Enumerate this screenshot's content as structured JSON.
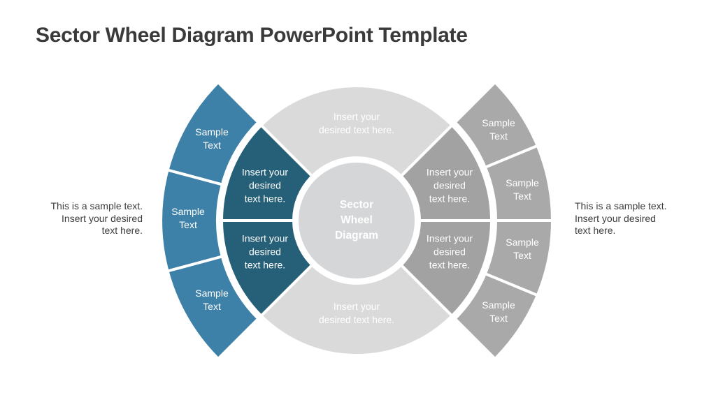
{
  "slide": {
    "title": "Sector Wheel Diagram PowerPoint Template"
  },
  "colors": {
    "blue": "#3d80a8",
    "dark_blue": "#256078",
    "gray_outer": "#a9a9a9",
    "gray_inner": "#a2a2a2",
    "light_gray": "#dadada",
    "center_circle": "#d4d6d8",
    "divider": "#ffffff"
  },
  "wheel": {
    "center": {
      "lines": [
        "Sector",
        "Wheel",
        "Diagram"
      ]
    },
    "fan_top": {
      "lines": [
        "Insert your",
        "desired text here."
      ]
    },
    "fan_bottom": {
      "lines": [
        "Insert your",
        "desired text here."
      ]
    },
    "inner_left_top": {
      "lines": [
        "Insert your",
        "desired",
        "text here."
      ]
    },
    "inner_left_bottom": {
      "lines": [
        "Insert your",
        "desired",
        "text here."
      ]
    },
    "inner_right_top": {
      "lines": [
        "Insert your",
        "desired",
        "text here."
      ]
    },
    "inner_right_bottom": {
      "lines": [
        "Insert your",
        "desired",
        "text here."
      ]
    },
    "outer_left": [
      {
        "lines": [
          "Sample",
          "Text"
        ]
      },
      {
        "lines": [
          "Sample",
          "Text"
        ]
      },
      {
        "lines": [
          "Sample",
          "Text"
        ]
      }
    ],
    "outer_right": [
      {
        "lines": [
          "Sample",
          "Text"
        ]
      },
      {
        "lines": [
          "Sample",
          "Text"
        ]
      },
      {
        "lines": [
          "Sample",
          "Text"
        ]
      },
      {
        "lines": [
          "Sample",
          "Text"
        ]
      }
    ]
  },
  "side_notes": {
    "left": {
      "lines": [
        "This is a sample text.",
        "Insert your desired",
        "text here."
      ]
    },
    "right": {
      "lines": [
        "This is a sample text.",
        "Insert your desired",
        "text here."
      ]
    }
  }
}
